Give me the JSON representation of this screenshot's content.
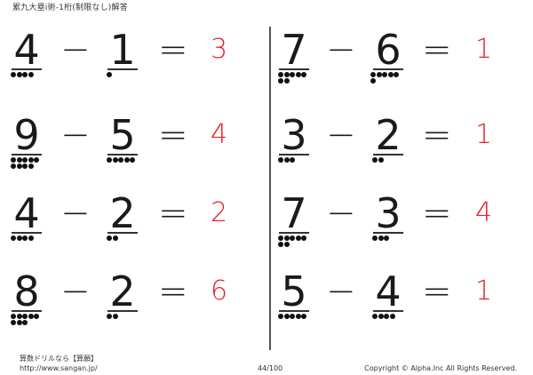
{
  "header": {
    "title": "累九大塁i術-1桁(制限なし)解答"
  },
  "symbols": {
    "minus": "−",
    "equals": "="
  },
  "problems": [
    {
      "a": "4",
      "a_dots": 4,
      "b": "1",
      "b_dots": 1,
      "answer": "3"
    },
    {
      "a": "9",
      "a_dots": 9,
      "b": "5",
      "b_dots": 5,
      "answer": "4"
    },
    {
      "a": "4",
      "a_dots": 4,
      "b": "2",
      "b_dots": 2,
      "answer": "2"
    },
    {
      "a": "8",
      "a_dots": 8,
      "b": "2",
      "b_dots": 2,
      "answer": "6"
    },
    {
      "a": "7",
      "a_dots": 7,
      "b": "6",
      "b_dots": 6,
      "answer": "1"
    },
    {
      "a": "3",
      "a_dots": 3,
      "b": "2",
      "b_dots": 2,
      "answer": "1"
    },
    {
      "a": "7",
      "a_dots": 7,
      "b": "3",
      "b_dots": 3,
      "answer": "4"
    },
    {
      "a": "5",
      "a_dots": 5,
      "b": "4",
      "b_dots": 4,
      "answer": "1"
    }
  ],
  "footer": {
    "site_name": "算数ドリルなら【算願】",
    "url": "http://www.sangan.jp/",
    "page": "44/100",
    "copyright": "Copyright © Alpha.Inc All Rights Reserved."
  }
}
